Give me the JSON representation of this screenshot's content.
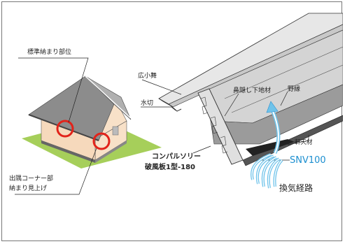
{
  "labels": {
    "standard_part": "標準納まり部位",
    "corner_part_line1": "出隅コーナー部",
    "corner_part_line2": "納まり見上げ",
    "hiro_komai": "広小舞",
    "mizukiri": "水切",
    "hanakakushi": "鼻隠し下地材",
    "nobuchi": "野縁",
    "nokiten": "軒天材",
    "product_line1": "コンパルソリー",
    "product_line2": "破風板1型-180",
    "snv": "SNV100",
    "airflow": "換気経路"
  },
  "colors": {
    "roof": "#8c8c8c",
    "wall": "#f8e1c8",
    "ground": "#a6cf5a",
    "highlight_circle": "#e2231a",
    "airflow": "#6fc3ea",
    "snv_text": "#1c8fd0"
  }
}
